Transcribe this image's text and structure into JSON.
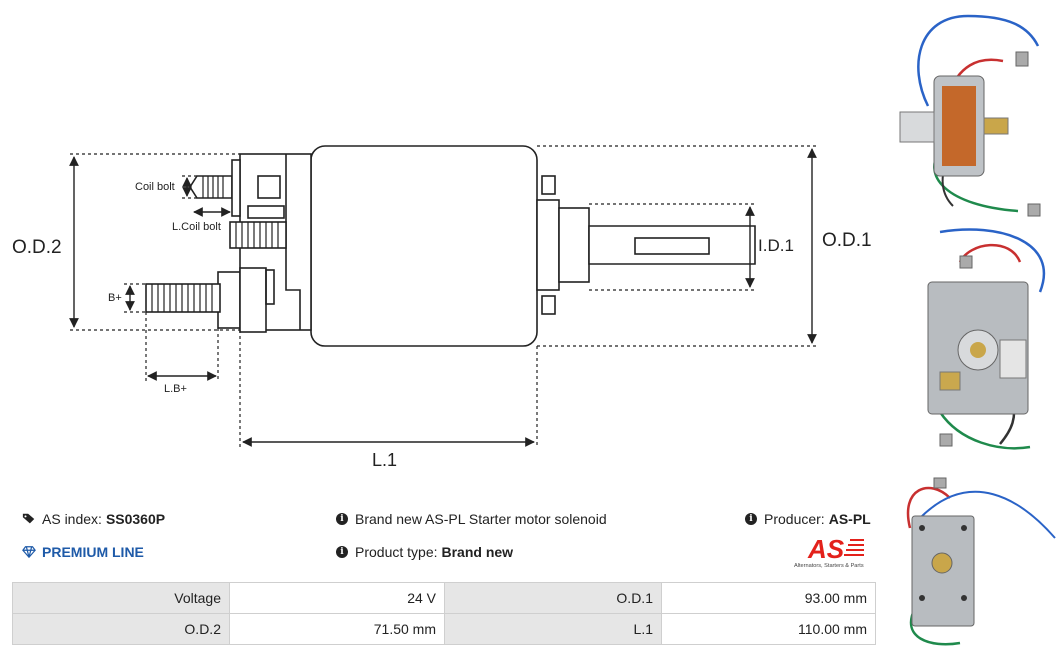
{
  "diagram": {
    "labels": {
      "od2": "O.D.2",
      "od1": "O.D.1",
      "id1": "I.D.1",
      "l1": "L.1",
      "coil_bolt": "Coil bolt",
      "l_coil_bolt": "L.Coil bolt",
      "b_plus": "B+",
      "l_b_plus": "L.B+"
    }
  },
  "info": {
    "as_index_label": "AS index:",
    "as_index_value": "SS0360P",
    "premium_line": "PREMIUM LINE",
    "description": "Brand new AS-PL Starter motor solenoid",
    "product_type_label": "Product type:",
    "product_type_value": "Brand new",
    "producer_label": "Producer:",
    "producer_value": "AS-PL"
  },
  "logo": {
    "text": "AS",
    "tagline": "Alternators, Starters & Parts",
    "accent_color": "#e3211b"
  },
  "specs": [
    {
      "k1": "Voltage",
      "v1": "24 V",
      "k2": "O.D.1",
      "v2": "93.00 mm"
    },
    {
      "k1": "O.D.2",
      "v1": "71.50 mm",
      "k2": "L.1",
      "v2": "110.00 mm"
    }
  ]
}
